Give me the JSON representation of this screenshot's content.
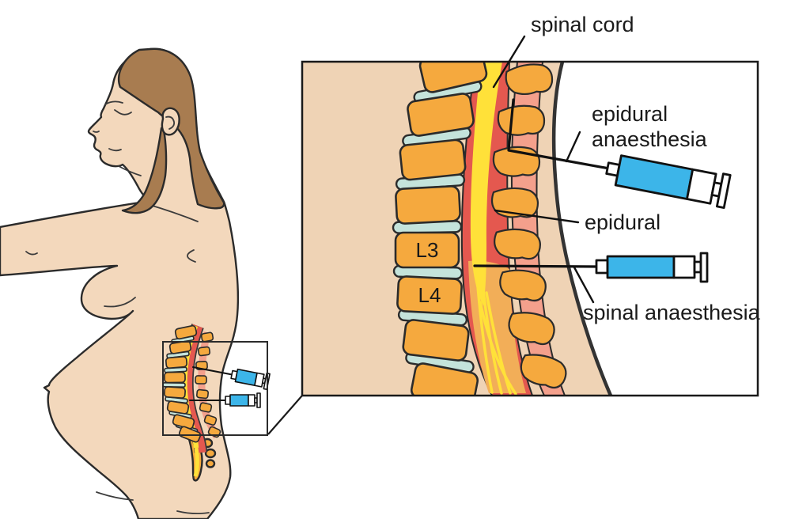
{
  "diagram": {
    "type": "medical-illustration",
    "subject": "Epidural and spinal anaesthesia injection sites in the lumbar spine of a pregnant woman",
    "labels": {
      "spinal_cord": "spinal cord",
      "epidural_anaesthesia_line1": "epidural",
      "epidural_anaesthesia_line2": "anaesthesia",
      "epidural_space": "epidural",
      "spinal_anaesthesia": "spinal anaesthesia",
      "vertebra_l3": "L3",
      "vertebra_l4": "L4"
    },
    "colors": {
      "background": "#ffffff",
      "skin": "#F3D8BC",
      "inset_skin": "#EFD3B5",
      "hair": "#A87C50",
      "bone": "#F5A93E",
      "disc": "#C4E3DB",
      "dura": "#E4584F",
      "spinal_cord": "#FFE139",
      "cauda_equina_bg": "#F2AE58",
      "interspinous_ligament": "#F4A08C",
      "syringe_fluid": "#3CB5E9",
      "outline": "#2b2b2b"
    }
  }
}
